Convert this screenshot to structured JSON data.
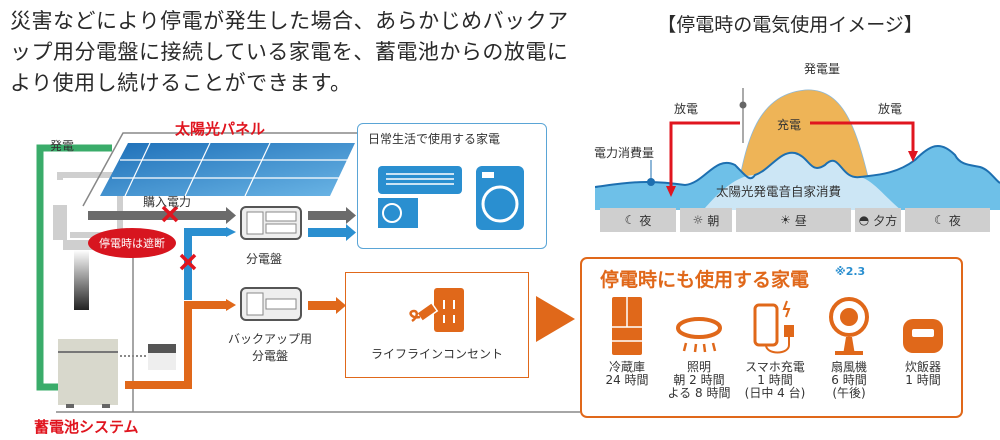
{
  "intro_text": "災害などにより停電が発生した場合、あらかじめバックアップ用分電盤に接続している家電を、蓄電池からの放電により使用し続けることができます。",
  "diagram": {
    "generation_label": "発電",
    "solar_panel_label": "太陽光パネル",
    "purchased_power_label": "購入電力",
    "outage_cut_label": "停電時は遮断",
    "distribution_board_label": "分電盤",
    "backup_board_label_line1": "バックアップ用",
    "backup_board_label_line2": "分電盤",
    "battery_system_label": "蓄電池システム",
    "daily_box_title": "日常生活で使用する家電",
    "lifeline_label": "ライフラインコンセント",
    "colors": {
      "green": "#3aac6a",
      "gray": "#6b6b6b",
      "blue": "#2a8fd0",
      "orange": "#e0681a",
      "red": "#e0151f"
    }
  },
  "usage_chart": {
    "title": "【停電時の電気使用イメージ】",
    "generation_amount_label": "発電量",
    "discharge_left_label": "放電",
    "charge_label": "充電",
    "discharge_right_label": "放電",
    "consumption_label": "電力消費量",
    "self_consumption_label": "太陽光発電音自家消費",
    "time_periods": [
      {
        "icon": "moon-icon",
        "label": "夜"
      },
      {
        "icon": "sun-small-icon",
        "label": "朝"
      },
      {
        "icon": "sun-icon",
        "label": "昼"
      },
      {
        "icon": "sunset-icon",
        "label": "夕方"
      },
      {
        "icon": "moon-icon",
        "label": "夜"
      }
    ]
  },
  "emergency_appliances": {
    "title": "停電時にも使用する家電",
    "note": "※2.3",
    "items": [
      {
        "icon": "refrigerator-icon",
        "text": "冷蔵庫\n24 時間"
      },
      {
        "icon": "ceiling-light-icon",
        "text": "照明\n朝 2 時間\nよる 8 時間"
      },
      {
        "icon": "smartphone-charge-icon",
        "text": "スマホ充電\n1 時間\n(日中 4 台)"
      },
      {
        "icon": "electric-fan-icon",
        "text": "扇風機\n6 時間\n(午後)"
      },
      {
        "icon": "rice-cooker-icon",
        "text": "炊飯器\n1 時間"
      }
    ]
  }
}
